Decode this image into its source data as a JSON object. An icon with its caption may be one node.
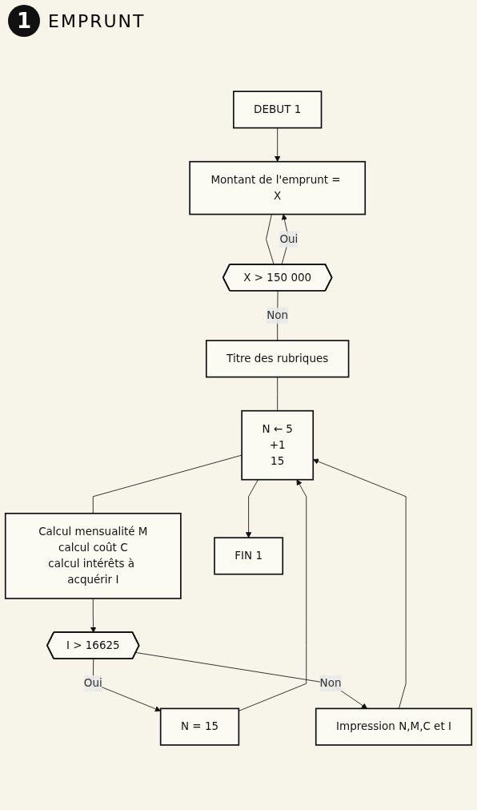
{
  "diagram": {
    "title": "EMPRUNT",
    "nodes": [
      {
        "text": [
          "DEBUT 1"
        ]
      },
      {
        "text": [
          "Montant de l'emprunt = X"
        ]
      },
      {
        "text": [
          "X > 150 000"
        ]
      },
      {
        "text": [
          "Titre des rubriques"
        ]
      },
      {
        "text": [
          "N ← 5",
          "+1",
          "15"
        ]
      },
      {
        "text": [
          "Calcul mensualité M",
          "calcul coût C",
          "calcul intérêts à acquérir I"
        ]
      },
      {
        "text": [
          "I > 16625"
        ]
      },
      {
        "text": [
          "N = 15"
        ]
      },
      {
        "text": [
          "Impression N,M,C et I"
        ]
      },
      {
        "text": [
          "FIN 1"
        ]
      }
    ],
    "edges": [
      {
        "from": 0,
        "to": 1,
        "arrow": "to"
      },
      {
        "from": 1,
        "to": 2,
        "arrow": "none"
      },
      {
        "from": 2,
        "to": 1,
        "arrow": "to",
        "label": "Oui"
      },
      {
        "from": 2,
        "to": 3,
        "arrow": "none",
        "label": "Non"
      },
      {
        "from": 3,
        "to": 4,
        "arrow": "none"
      },
      {
        "from": 4,
        "to": 5,
        "arrow": "none"
      },
      {
        "from": 5,
        "to": 6,
        "arrow": "to"
      },
      {
        "from": 6,
        "to": 7,
        "arrow": "to",
        "label": "Oui"
      },
      {
        "from": 6,
        "to": 8,
        "arrow": "to",
        "label": "Non"
      },
      {
        "from": 7,
        "to": 4,
        "arrow": "to"
      },
      {
        "from": 8,
        "to": 4,
        "arrow": "to"
      },
      {
        "from": 4,
        "to": 9,
        "arrow": "to"
      }
    ],
    "labels": [
      "1"
    ]
  }
}
